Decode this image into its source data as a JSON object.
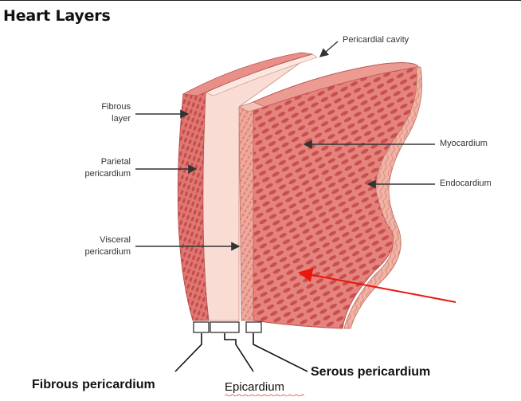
{
  "title": "Heart Layers",
  "labels": {
    "pericardial_cavity": "Pericardial cavity",
    "fibrous_layer_1": "Fibrous",
    "fibrous_layer_2": "layer",
    "parietal_1": "Parietal",
    "parietal_2": "pericardium",
    "visceral_1": "Visceral",
    "visceral_2": "pericardium",
    "myocardium": "Myocardium",
    "endocardium": "Endocardium"
  },
  "bottom_labels": {
    "fibrous_pericardium": "Fibrous pericardium",
    "epicardium": "Epicardium",
    "serous_pericardium": "Serous pericardium"
  },
  "colors": {
    "tissue_dark": "#cf5b5b",
    "tissue_mid": "#e27c78",
    "tissue_light": "#f1b9ae",
    "parietal": "#f9ddd4",
    "highlight_arrow": "#e8160f"
  }
}
